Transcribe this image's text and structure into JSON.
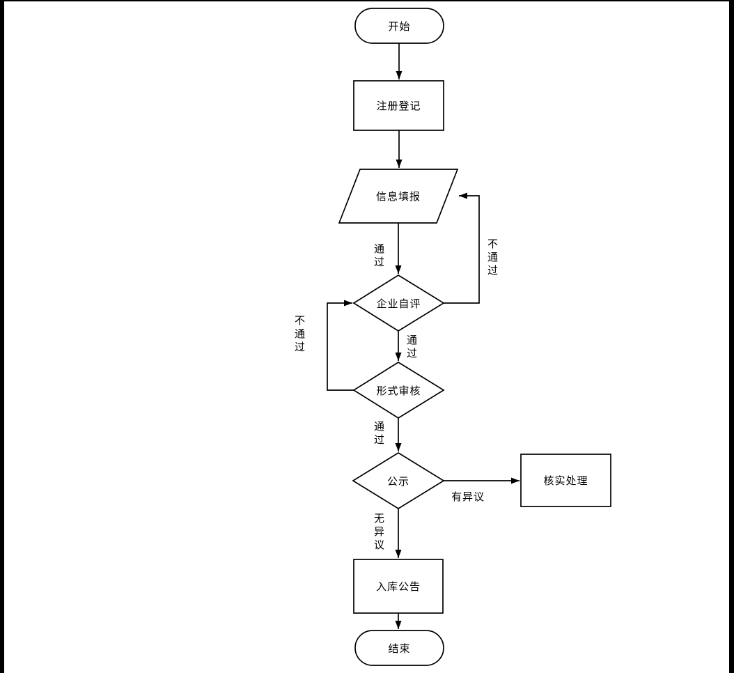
{
  "diagram": {
    "title": "enterprise-registration-review-flowchart",
    "colors": {
      "stroke": "#000000",
      "node_fill": "#ffffff",
      "background": "#ffffff",
      "page_edge": "#000000"
    },
    "nodes": {
      "start": {
        "label": "开始",
        "shape": "terminator"
      },
      "register": {
        "label": "注册登记",
        "shape": "process"
      },
      "fill_info": {
        "label": "信息填报",
        "shape": "data"
      },
      "self_assess": {
        "label": "企业自评",
        "shape": "decision"
      },
      "formal_review": {
        "label": "形式审核",
        "shape": "decision"
      },
      "publicity": {
        "label": "公示",
        "shape": "decision"
      },
      "verify_handle": {
        "label": "核实处理",
        "shape": "process"
      },
      "announce": {
        "label": "入库公告",
        "shape": "process"
      },
      "end": {
        "label": "结束",
        "shape": "terminator"
      }
    },
    "edges": {
      "fill_to_self_assess": "通过",
      "self_assess_to_fill": "不通过",
      "self_assess_to_formal": "通过",
      "formal_to_self_assess": "不通过",
      "formal_to_publicity": "通过",
      "publicity_to_verify": "有异议",
      "publicity_to_announce": "无异议"
    }
  }
}
